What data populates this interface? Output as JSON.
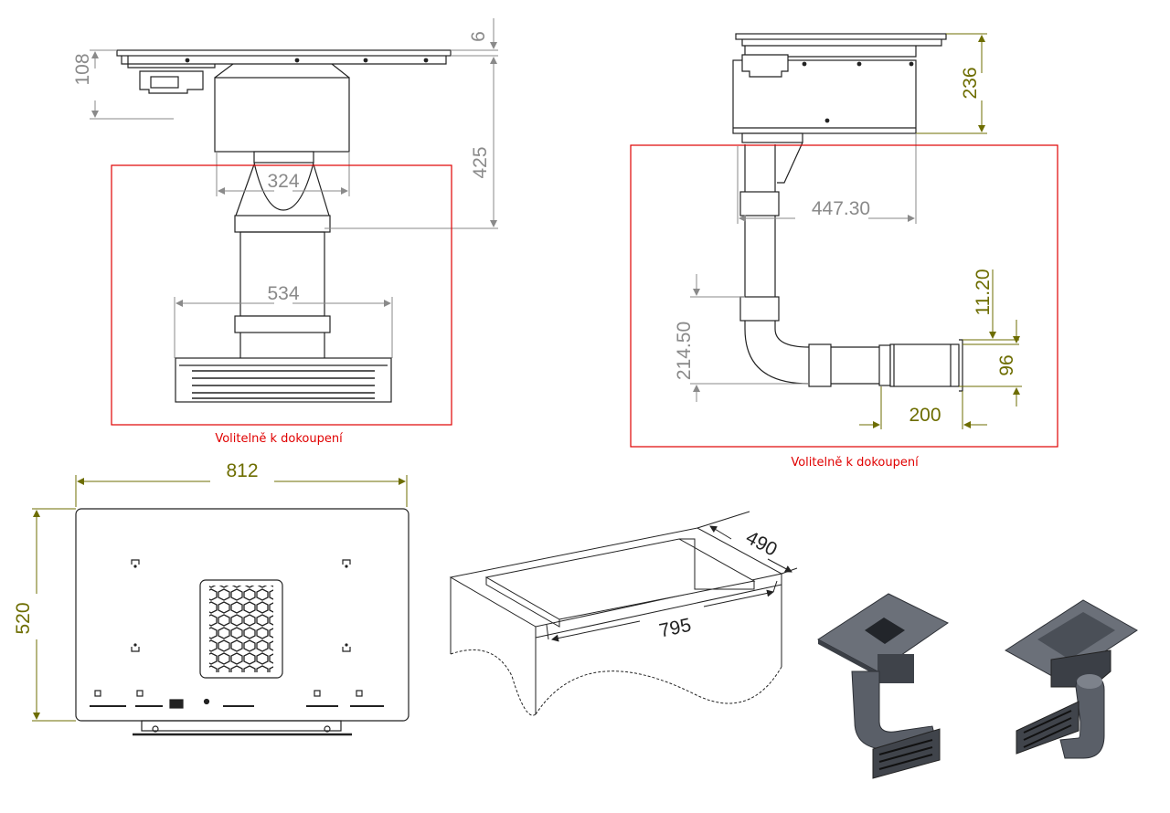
{
  "dimensions": {
    "side_top_thickness": "6",
    "side_body_height": "108",
    "side_total_height": "425",
    "side_neck_width": "324",
    "side_filter_width": "534",
    "right_top_height": "236",
    "right_offset": "447.30",
    "right_gap": "11.20",
    "right_duct_height": "96",
    "right_bend_height": "214.50",
    "right_outlet_length": "200",
    "plan_width": "812",
    "plan_depth": "520",
    "cutout_depth": "490",
    "cutout_width": "795"
  },
  "notes": {
    "optional_left": "Volitelně k dokoupení",
    "optional_right": "Volitelně k dokoupení"
  },
  "colors": {
    "outline": "#222222",
    "dimension_grey": "#8a8a8a",
    "dimension_olive": "#6d6d00",
    "optional_frame": "#e00000",
    "render_dark": "#4a4f57"
  }
}
